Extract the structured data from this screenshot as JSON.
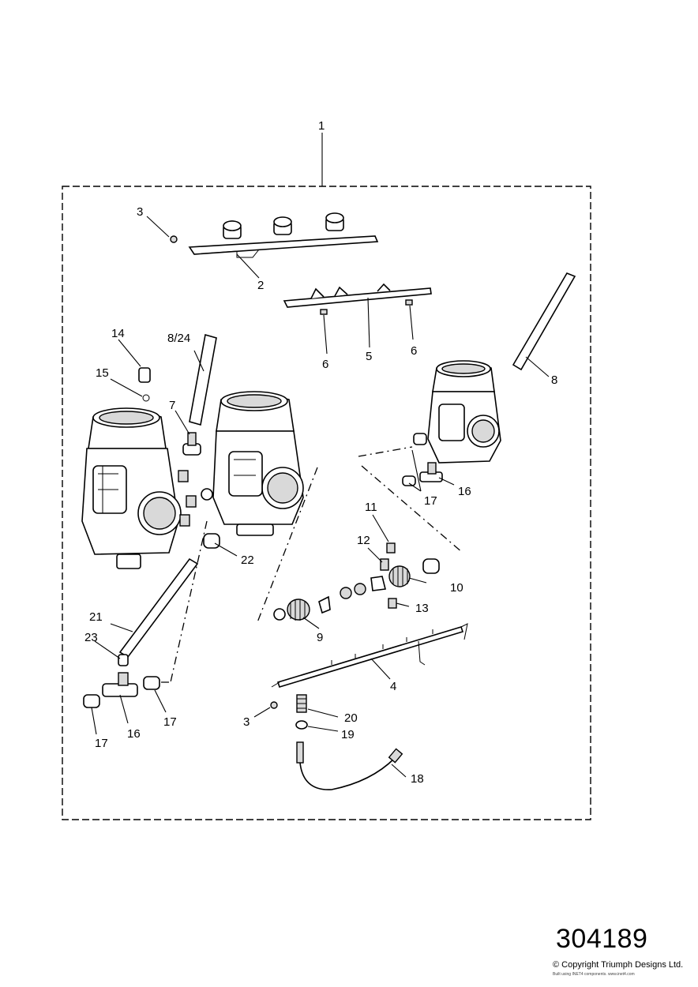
{
  "diagram": {
    "callouts": [
      {
        "id": "c1",
        "label": "1"
      },
      {
        "id": "c2",
        "label": "2"
      },
      {
        "id": "c3a",
        "label": "3"
      },
      {
        "id": "c3b",
        "label": "3"
      },
      {
        "id": "c4",
        "label": "4"
      },
      {
        "id": "c5",
        "label": "5"
      },
      {
        "id": "c6a",
        "label": "6"
      },
      {
        "id": "c6b",
        "label": "6"
      },
      {
        "id": "c7",
        "label": "7"
      },
      {
        "id": "c8",
        "label": "8"
      },
      {
        "id": "c824",
        "label": "8/24"
      },
      {
        "id": "c9",
        "label": "9"
      },
      {
        "id": "c10",
        "label": "10"
      },
      {
        "id": "c11",
        "label": "11"
      },
      {
        "id": "c12",
        "label": "12"
      },
      {
        "id": "c13",
        "label": "13"
      },
      {
        "id": "c14",
        "label": "14"
      },
      {
        "id": "c15",
        "label": "15"
      },
      {
        "id": "c16a",
        "label": "16"
      },
      {
        "id": "c16b",
        "label": "16"
      },
      {
        "id": "c17a",
        "label": "17"
      },
      {
        "id": "c17b",
        "label": "17"
      },
      {
        "id": "c17c",
        "label": "17"
      },
      {
        "id": "c18",
        "label": "18"
      },
      {
        "id": "c19",
        "label": "19"
      },
      {
        "id": "c20",
        "label": "20"
      },
      {
        "id": "c21",
        "label": "21"
      },
      {
        "id": "c22",
        "label": "22"
      },
      {
        "id": "c23",
        "label": "23"
      }
    ]
  },
  "footer": {
    "reference_number": "304189",
    "copyright": "© Copyright Triumph Designs Ltd.",
    "built_with": "Built using INET4 components. www.inet4.com"
  }
}
